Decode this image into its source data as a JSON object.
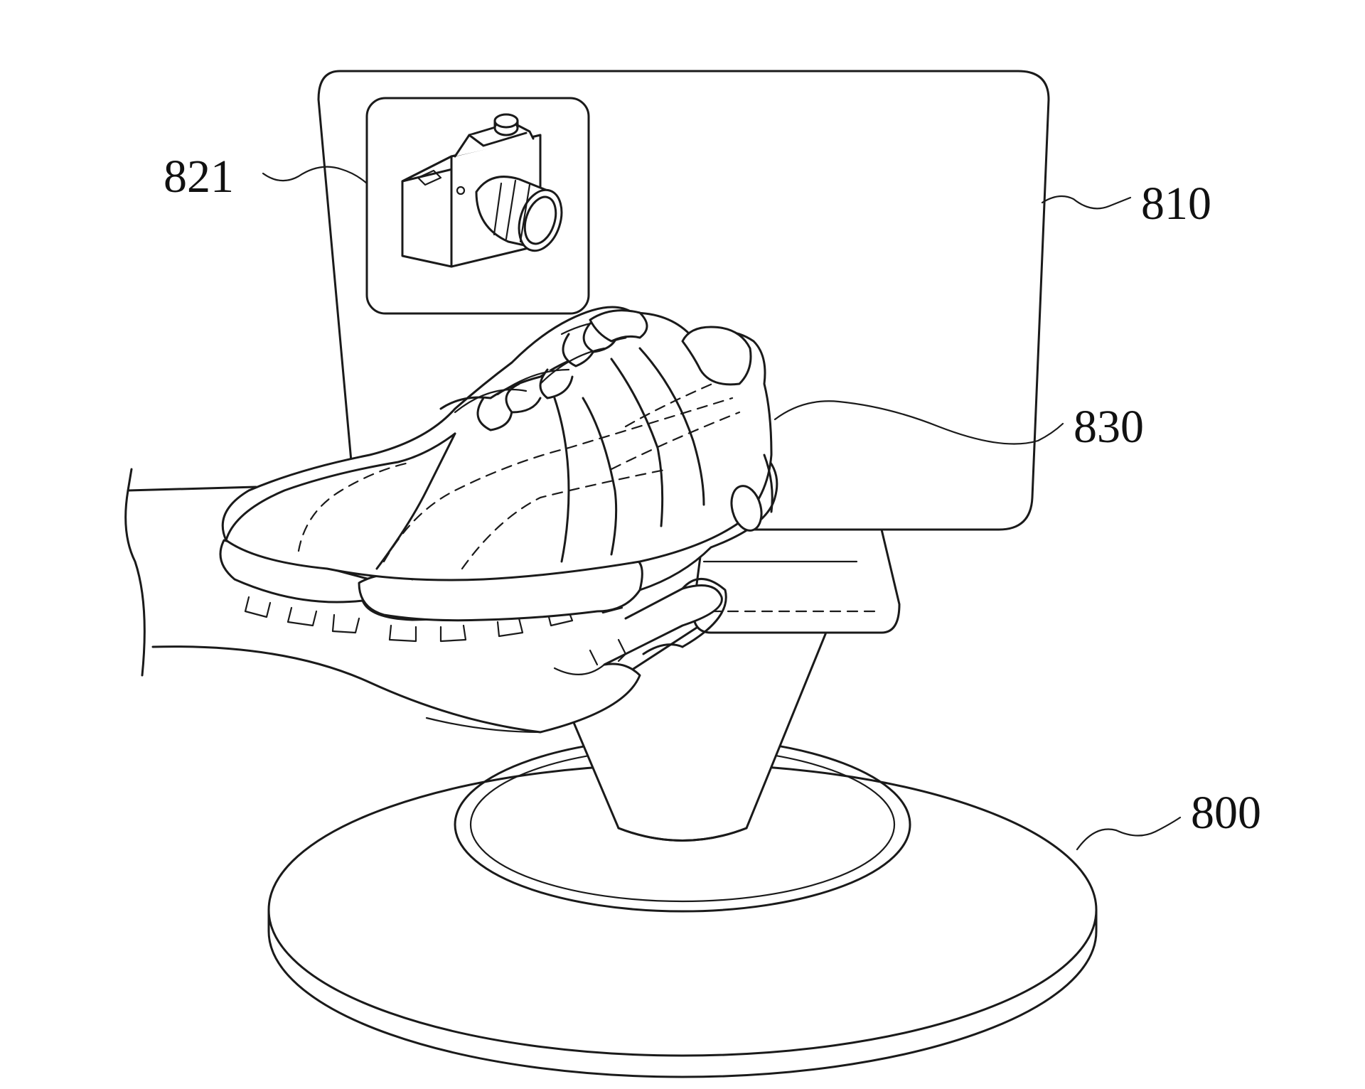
{
  "figure": {
    "labels": {
      "camera_icon": "821",
      "display_screen": "810",
      "object_shoe": "830",
      "base_stand": "800"
    },
    "icons": {
      "camera": "camera-icon",
      "shoe": "shoe-icon",
      "hand": "hand-icon"
    },
    "line_color": "#1a1a1a",
    "background": "#ffffff"
  }
}
